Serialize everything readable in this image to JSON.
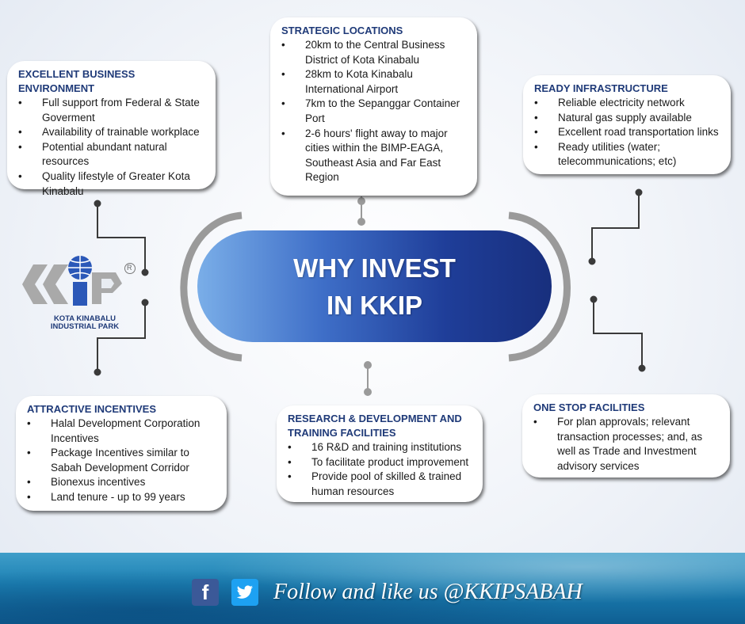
{
  "center": {
    "line1": "WHY INVEST",
    "line2": "IN KKIP"
  },
  "logo": {
    "name_line1": "KOTA KINABALU",
    "name_line2": "INDUSTRIAL PARK",
    "mark_text": "KKIP",
    "registered": "R"
  },
  "boxes": {
    "business": {
      "title": "EXCELLENT BUSINESS ENVIRONMENT",
      "items": [
        "Full support from Federal & State Goverment",
        "Availability of trainable workplace",
        "Potential abundant natural resources",
        "Quality lifestyle of Greater Kota Kinabalu"
      ]
    },
    "strategic": {
      "title": "STRATEGIC LOCATIONS",
      "items": [
        "20km to the Central Business District of Kota Kinabalu",
        "28km to Kota Kinabalu International Airport",
        "7km to the Sepanggar Container Port",
        "2-6 hours' flight away to major cities within the BIMP-EAGA, Southeast Asia and Far East Region"
      ]
    },
    "infrastructure": {
      "title": "READY INFRASTRUCTURE",
      "items": [
        "Reliable electricity network",
        "Natural gas supply available",
        "Excellent road transportation links",
        "Ready utilities (water; telecommunications; etc)"
      ]
    },
    "incentives": {
      "title": "ATTRACTIVE INCENTIVES",
      "items": [
        "Halal Development Corporation Incentives",
        "Package Incentives similar to Sabah Development Corridor",
        "Bionexus incentives",
        "Land tenure - up to 99 years"
      ]
    },
    "research": {
      "title": "RESEARCH & DEVELOPMENT AND TRAINING FACILITIES",
      "items": [
        "16 R&D and training institutions",
        "To facilitate product improvement",
        "Provide pool of skilled & trained human resources"
      ]
    },
    "onestop": {
      "title": "ONE STOP FACILITIES",
      "items": [
        "For plan approvals; relevant transaction processes; and, as well as Trade and Investment advisory services"
      ]
    }
  },
  "footer": {
    "facebook_icon": "facebook-icon",
    "facebook_glyph": "f",
    "twitter_icon": "twitter-icon",
    "text": "Follow and like us @KKIPSABAH"
  }
}
